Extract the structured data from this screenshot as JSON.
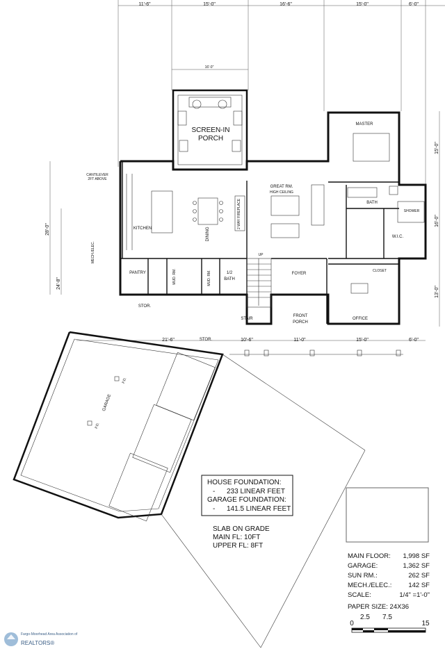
{
  "top_dimensions": [
    "11'-6\"",
    "15'-0\"",
    "16'-6\"",
    "15'-0\"",
    "6'-0\""
  ],
  "porch_width_dim": "16'-0\"",
  "left_dimensions": [
    "28'-0\"",
    "24'-8\""
  ],
  "right_dimensions": [
    "15'-0\"",
    "16'-0\"",
    "13'-0\""
  ],
  "bottom_dimensions": [
    "21'-6\"",
    "10'-6\"",
    "11'-0\"",
    "15'-0\"",
    "6'-0\""
  ],
  "rooms": {
    "screen_porch_1": "SCREEN-IN",
    "screen_porch_2": "PORCH",
    "master": "MASTER",
    "great_room": "GREAT RM.",
    "great_room_sub": "HIGH CEILING",
    "kitchen": "KITCHEN",
    "dining": "DINING",
    "fireplace": "2 WAY FIREPLACE",
    "bath": "BATH",
    "shower": "SHOWER",
    "wic": "W.I.C.",
    "closet": "CLOSET",
    "mech": "MECH./ELEC.",
    "pantry": "PANTRY",
    "mud": "MUD. RM.",
    "half_bath_1": "1/2",
    "half_bath_2": "BATH",
    "foyer": "FOYER",
    "office": "OFFICE",
    "stair": "STAIR",
    "up": "UP",
    "front_porch_1": "FRONT",
    "front_porch_2": "PORCH",
    "stor_1": "STOR.",
    "stor_2": "STOR.",
    "garage": "GARAGE",
    "fd_1": "F.D.",
    "fd_2": "F.D.",
    "cantilever_1": "CANTILEVER",
    "cantilever_2": "2FT ABOVE"
  },
  "foundation_note": {
    "house_label": "HOUSE FOUNDATION:",
    "house_value": "233 LINEAR FEET",
    "garage_label": "GARAGE FOUNDATION:",
    "garage_value": "141.5 LINEAR FEET",
    "bullet": "-"
  },
  "slab_note": {
    "line1": "SLAB ON GRADE",
    "line2": "MAIN FL: 10FT",
    "line3": "UPPER FL: 8FT"
  },
  "schedule": [
    {
      "label": "MAIN FLOOR:",
      "value": "1,998 SF"
    },
    {
      "label": "GARAGE:",
      "value": "1,362 SF"
    },
    {
      "label": "SUN RM.:",
      "value": "262 SF"
    },
    {
      "label": "MECH./ELEC.:",
      "value": "142 SF"
    },
    {
      "label": "SCALE:",
      "value": "1/4\" =1'-0\""
    }
  ],
  "paper_size": "PAPER SIZE: 24X36",
  "scale_bar": {
    "t0": "0",
    "t1": "2.5",
    "t2": "7.5",
    "t3": "15"
  },
  "watermark": "REALTORS®",
  "watermark_sub": "Fargo-Moorhead Area Association of"
}
